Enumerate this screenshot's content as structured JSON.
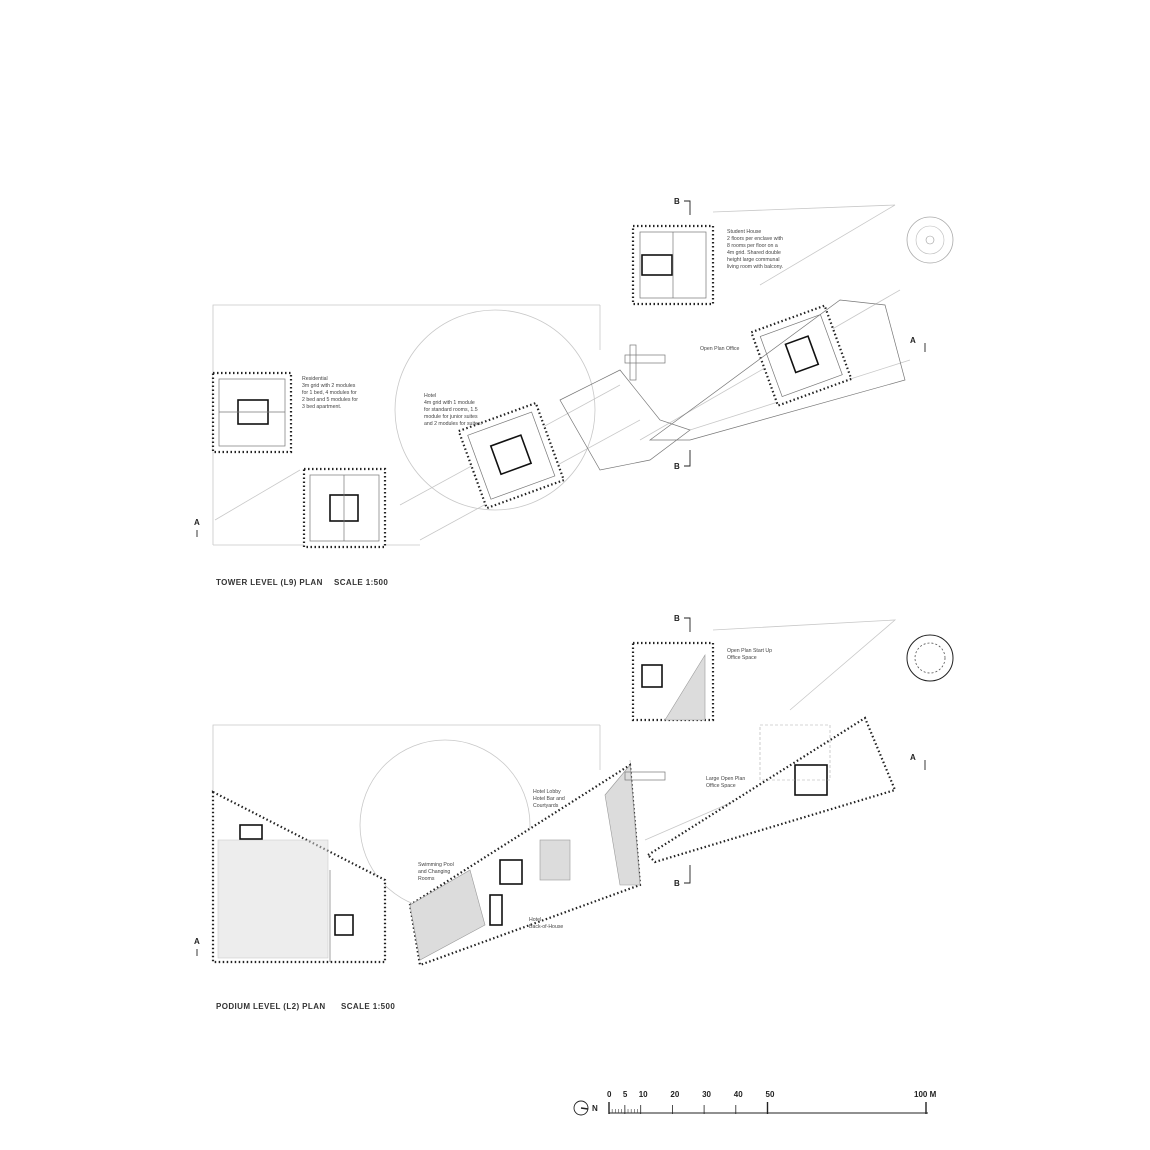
{
  "tower_plan": {
    "title": "TOWER LEVEL (L9) PLAN",
    "scale": "SCALE 1:500",
    "notes": {
      "student_house": [
        "Student House",
        "2 floors per enclave with",
        "8 rooms per floor on a",
        "4m grid. Shared double",
        "height large communal",
        "living room with balcony."
      ],
      "office": [
        "Open Plan Office"
      ],
      "residential": [
        "Residential",
        "3m grid with 2 modules",
        "for 1 bed, 4 modules for",
        "2 bed and 5 modules for",
        "3 bed apartment."
      ],
      "hotel": [
        "Hotel",
        "4m grid with 1 module",
        "for standard rooms, 1.5",
        "module for junior suites",
        "and 2 modules for suites."
      ]
    },
    "section_marks": {
      "a": "A",
      "b": "B"
    }
  },
  "podium_plan": {
    "title": "PODIUM LEVEL (L2) PLAN",
    "scale": "SCALE 1:500",
    "notes": {
      "startup": [
        "Open Plan Start Up",
        "Office Space"
      ],
      "large_office": [
        "Large Open Plan",
        "Office Space"
      ],
      "lobby": [
        "Hotel Lobby",
        "Hotel Bar and",
        "Courtyards"
      ],
      "pool": [
        "Swimming Pool",
        "and Changing",
        "Rooms"
      ],
      "back_of_house": [
        "Hotel",
        "Back-of-House"
      ]
    },
    "section_marks": {
      "a": "A",
      "b": "B"
    }
  },
  "scale_bar": {
    "ticks": [
      0,
      5,
      10,
      20,
      30,
      40,
      50,
      100
    ],
    "labels": [
      "0",
      "5",
      "10",
      "20",
      "30",
      "40",
      "50",
      "100 M"
    ],
    "north_label": "N"
  }
}
